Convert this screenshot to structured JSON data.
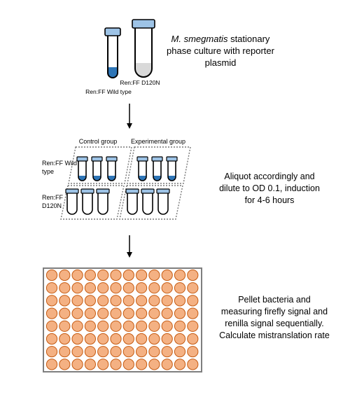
{
  "colors": {
    "tube_cap": "#9dc3e6",
    "wild_type_culture": "#2e75b6",
    "d120n_culture": "#d9d9d9",
    "well_fill": "#f4b183",
    "well_stroke": "#c55a11",
    "plate_border": "#7f7f7f",
    "group_frame": "#777777"
  },
  "step1": {
    "organism": "M. smegmatis",
    "line1_tail": " stationary",
    "line2": "phase culture with reporter",
    "line3": "plasmid",
    "label_d120n": "Ren:FF D120N",
    "label_wild_type": "Ren:FF Wild type"
  },
  "step2": {
    "control_group": "Control group",
    "experimental_group": "Experimental group",
    "row1_line1": "Ren:FF Wild",
    "row1_line2": "type",
    "row2_line1": "Ren:FF",
    "row2_line2": "D120N",
    "tubes_per_group": 3,
    "line1": "Aliquot accordingly and",
    "line2": "dilute to OD 0.1, induction",
    "line3": "for 4-6 hours"
  },
  "step3": {
    "plate_rows": 8,
    "plate_columns": 12,
    "line1": "Pellet bacteria and",
    "line2": "measuring firefly signal and",
    "line3": "renilla signal sequentially.",
    "line4": "Calculate mistranslation rate"
  }
}
